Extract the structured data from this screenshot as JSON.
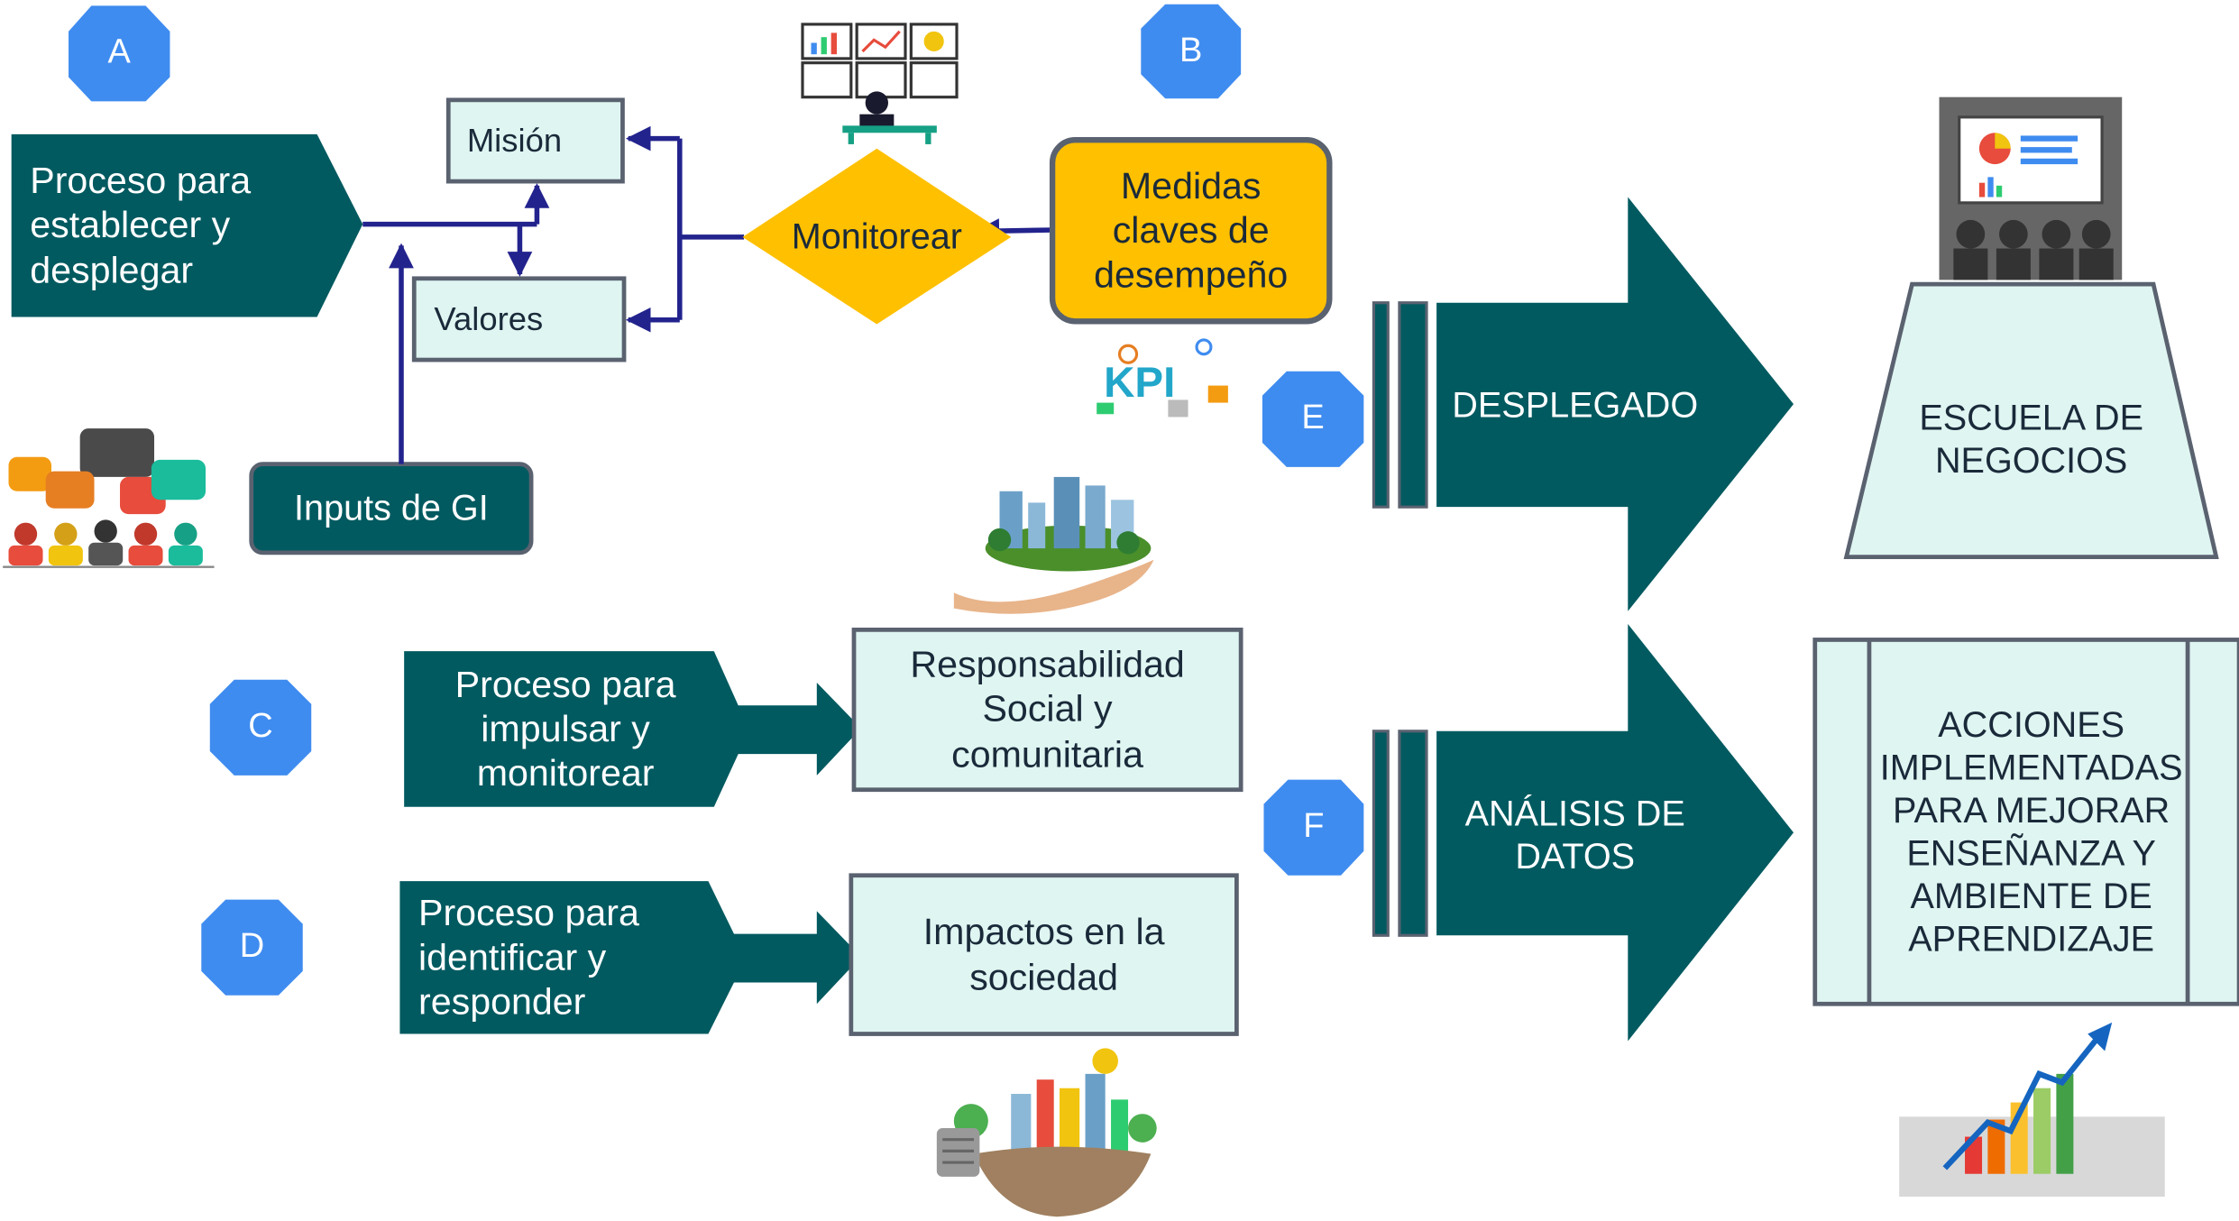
{
  "badges": {
    "a": "A",
    "b": "B",
    "c": "C",
    "d": "D",
    "e": "E",
    "f": "F"
  },
  "section_a": {
    "process": "Proceso para\nestablecer y\ndesplegar",
    "mision": "Misión",
    "valores": "Valores",
    "inputs": "Inputs de GI"
  },
  "section_b": {
    "monitorear": "Monitorear",
    "medidas": "Medidas\nclaves de\ndesempeño",
    "kpi_text": "KPI"
  },
  "section_c": {
    "process": "Proceso para\nimpulsar y\nmonitorear",
    "result": "Responsabilidad\nSocial y\ncomunitaria"
  },
  "section_d": {
    "process": "Proceso para\nidentificar y\nresponder",
    "result": "Impactos en la\nsociedad"
  },
  "section_e": {
    "arrow": "DESPLEGADO",
    "result": "ESCUELA DE\nNEGOCIOS"
  },
  "section_f": {
    "arrow": "ANÁLISIS DE\nDATOS",
    "result": "ACCIONES\nIMPLEMENTADAS\nPARA MEJORAR\nENSEÑANZA Y\nAMBIENTE DE\nAPRENDIZAJE"
  },
  "colors": {
    "teal": "#005a60",
    "light_cyan": "#dff5f1",
    "badge_blue": "#3f8cf0",
    "gold": "#ffc000",
    "navy_line": "#23238e",
    "box_border": "#5a6270"
  },
  "icons": [
    "people-values-icon",
    "monitor-wall-icon",
    "kpi-icon",
    "presentation-audience-icon",
    "hand-city-icon",
    "eco-bulb-icon",
    "growth-chart-icon"
  ]
}
